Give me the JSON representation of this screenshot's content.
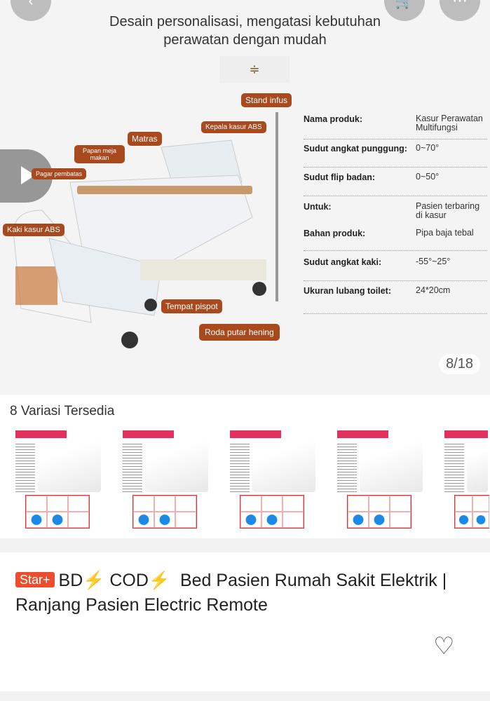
{
  "header": {
    "back_icon": "chevron-left-icon",
    "cart_icon": "cart-icon",
    "more_icon": "more-icon"
  },
  "hero": {
    "headline_line1": "Desain personalisasi, mengatasi kebutuhan",
    "headline_line2": "perawatan dengan mudah",
    "callouts": {
      "stand_infus": "Stand infus",
      "kepala": "Kepala kasur ABS",
      "matras": "Matras",
      "papan_meja": "Papan meja makan",
      "pagar": "Pagar pembatas",
      "kaki": "Kaki kasur ABS",
      "pispot": "Tempat pispot",
      "roda": "Roda putar hening"
    },
    "specs": [
      {
        "k": "Nama produk:",
        "v": "Kasur Perawatan Multifungsi"
      },
      {
        "k": "Sudut angkat punggung:",
        "v": "0~70°"
      },
      {
        "k": "Sudut flip badan:",
        "v": "0~50°"
      },
      {
        "k": "Untuk:",
        "v": "Pasien terbaring di kasur"
      },
      {
        "k": "Bahan produk:",
        "v": "Pipa baja tebal"
      },
      {
        "k": "Sudut angkat kaki:",
        "v": "-55°~25°"
      },
      {
        "k": "Ukuran lubang toilet:",
        "v": "24*20cm"
      }
    ],
    "counter": "8/18"
  },
  "variations": {
    "title": "8 Variasi Tersedia"
  },
  "product": {
    "badge": "Star+",
    "title_a": "BD",
    "title_b": "COD",
    "title_c": "Bed Pasien Rumah Sakit Elektrik | Ranjang Pasien Electric Remote",
    "bolt": "⚡",
    "heart": "♡"
  },
  "colors": {
    "accent": "#ee4d2d",
    "callout": "#a84a1e"
  }
}
